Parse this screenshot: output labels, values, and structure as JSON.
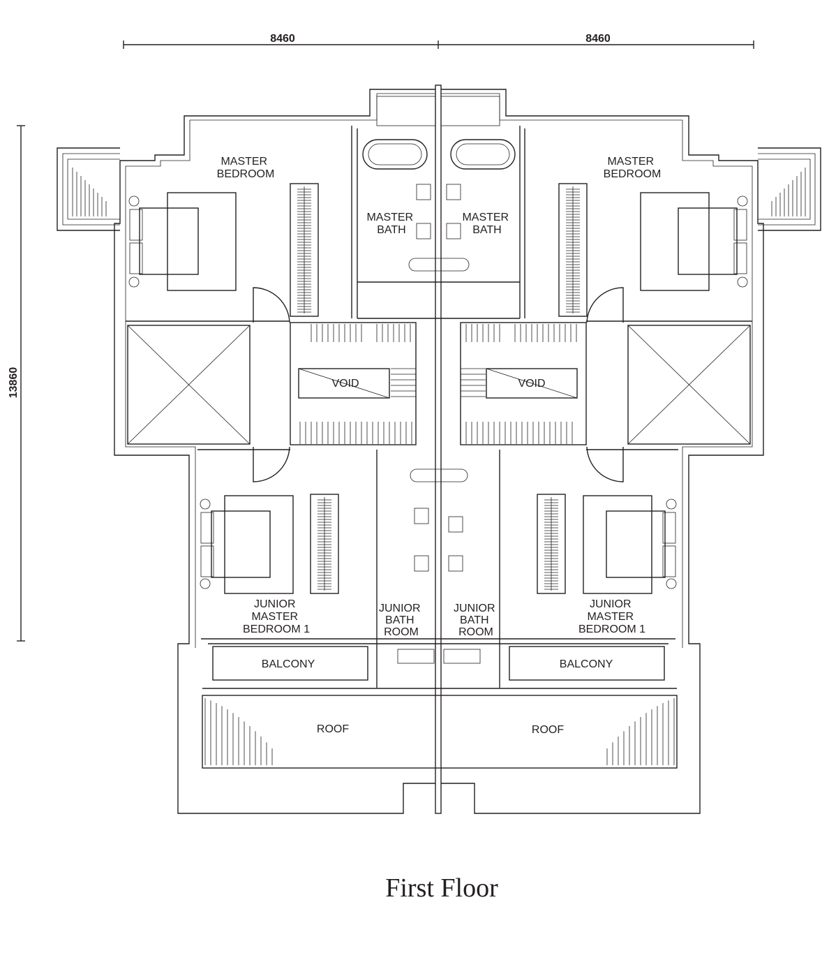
{
  "title": "First Floor",
  "dimensions": {
    "width_left": "8460",
    "width_right": "8460",
    "depth": "13860"
  },
  "rooms": {
    "master_bedroom_left": [
      "MASTER",
      "BEDROOM"
    ],
    "master_bedroom_right": [
      "MASTER",
      "BEDROOM"
    ],
    "master_bath_left": [
      "MASTER",
      "BATH"
    ],
    "master_bath_right": [
      "MASTER",
      "BATH"
    ],
    "void_left": "VOID",
    "void_right": "VOID",
    "junior_master_left": [
      "JUNIOR",
      "MASTER",
      "BEDROOM 1"
    ],
    "junior_master_right": [
      "JUNIOR",
      "MASTER",
      "BEDROOM 1"
    ],
    "junior_bath_left": [
      "JUNIOR",
      "BATH",
      "ROOM"
    ],
    "junior_bath_right": [
      "JUNIOR",
      "BATH",
      "ROOM"
    ],
    "balcony_left": "BALCONY",
    "balcony_right": "BALCONY",
    "roof_left": "ROOF",
    "roof_right": "ROOF"
  }
}
